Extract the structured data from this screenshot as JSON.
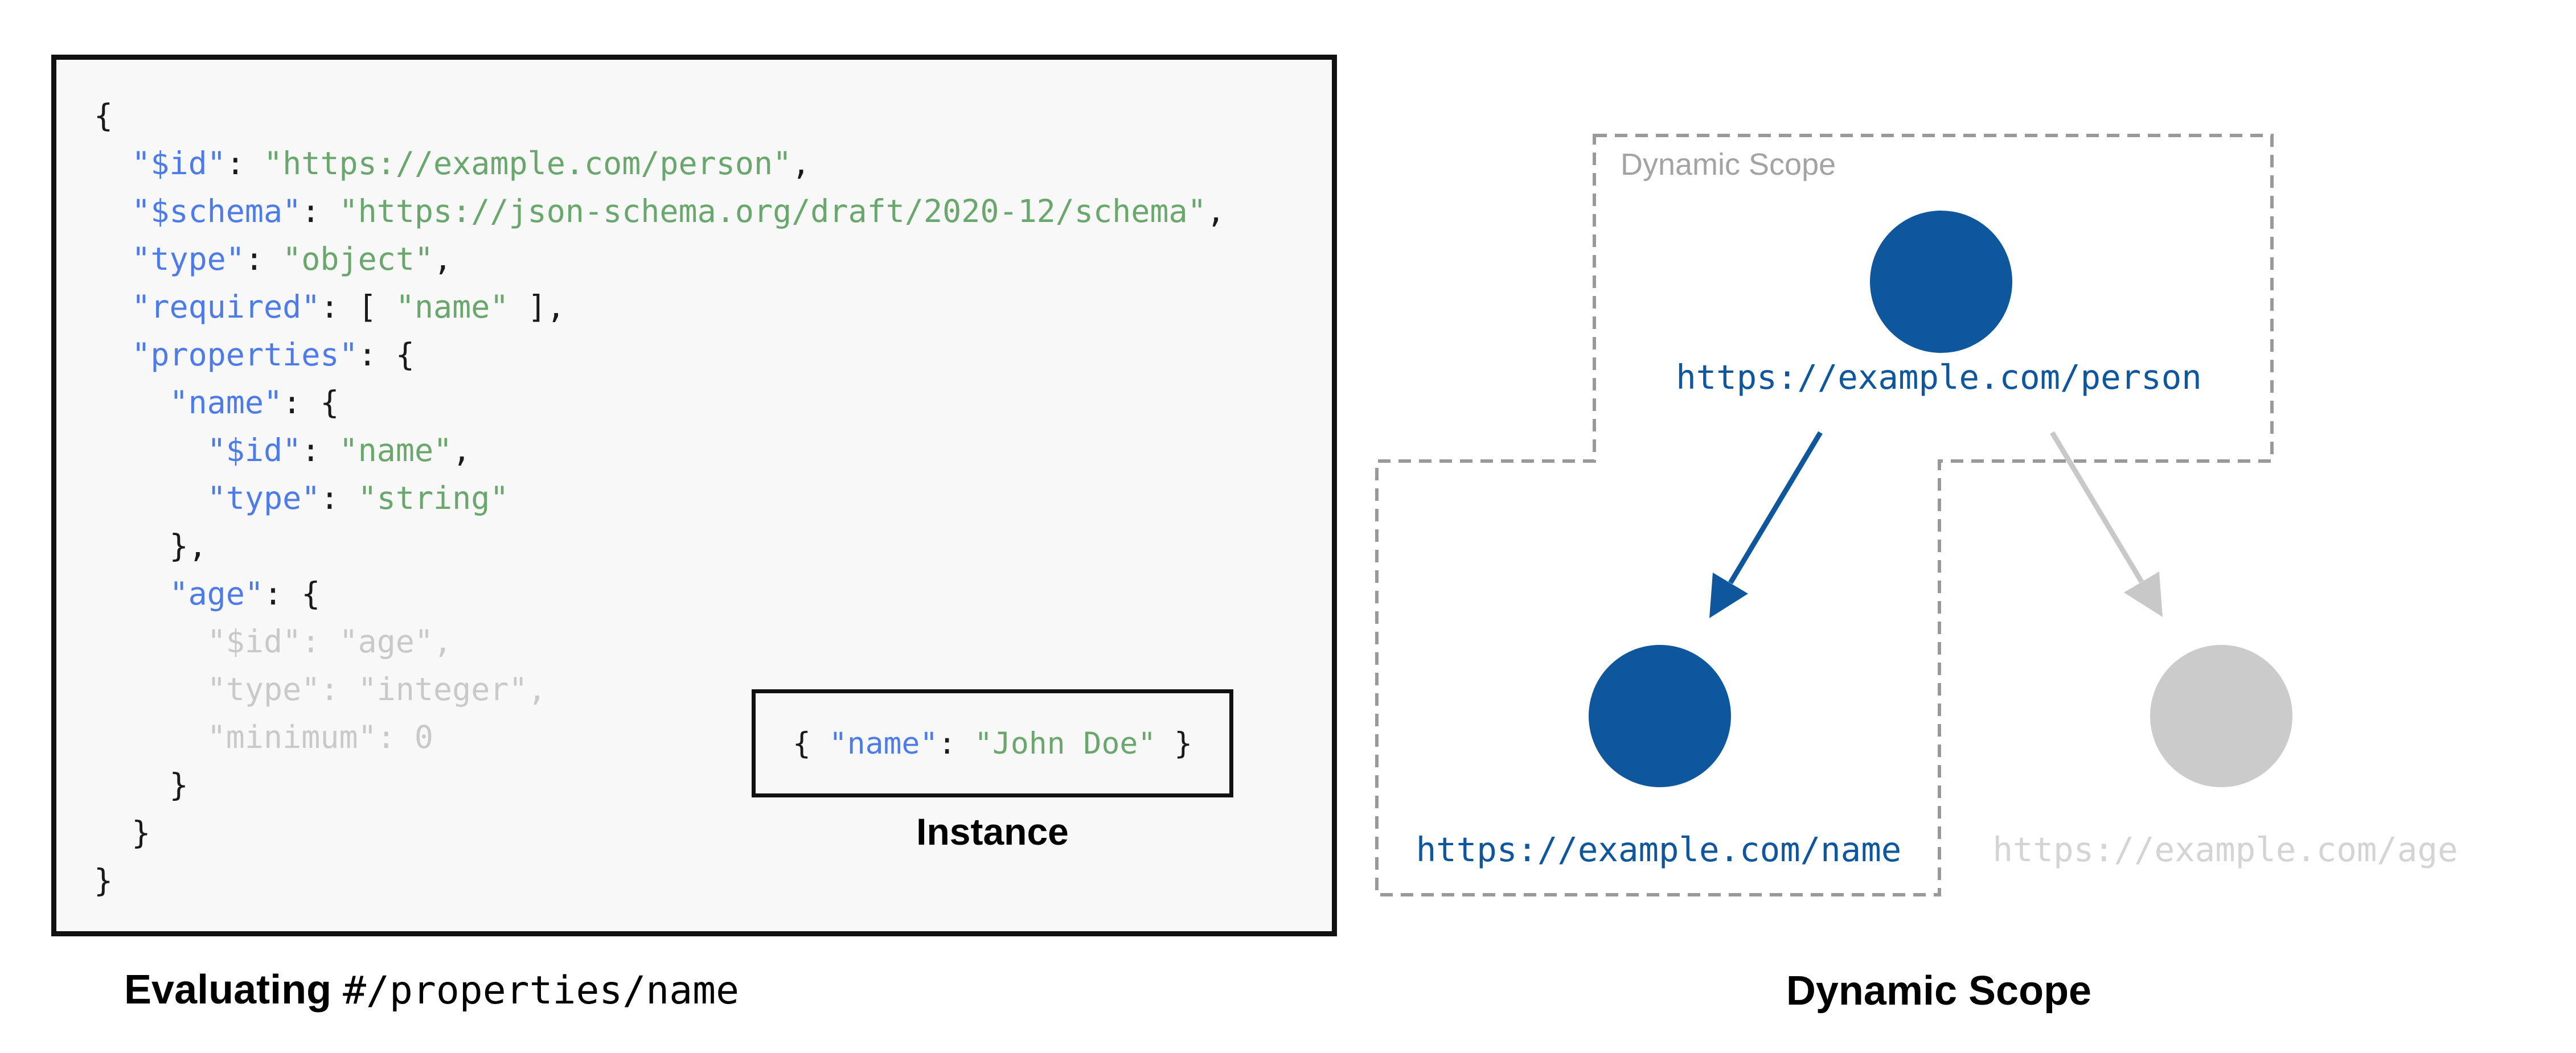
{
  "colors": {
    "key": "#4D7CE8",
    "string": "#69A76C",
    "plain": "#1A1A1A",
    "dim": "#C9C9C9",
    "panel_bg": "#F8F8F8",
    "panel_border": "#111111"
  },
  "schema_panel": {
    "code_lines": [
      [
        [
          "p",
          "{"
        ]
      ],
      [
        [
          "p",
          "  "
        ],
        [
          "k",
          "\"$id\""
        ],
        [
          "p",
          ": "
        ],
        [
          "s",
          "\"https://example.com/person\""
        ],
        [
          "p",
          ","
        ]
      ],
      [
        [
          "p",
          "  "
        ],
        [
          "k",
          "\"$schema\""
        ],
        [
          "p",
          ": "
        ],
        [
          "s",
          "\"https://json-schema.org/draft/2020-12/schema\""
        ],
        [
          "p",
          ","
        ]
      ],
      [
        [
          "p",
          "  "
        ],
        [
          "k",
          "\"type\""
        ],
        [
          "p",
          ": "
        ],
        [
          "s",
          "\"object\""
        ],
        [
          "p",
          ","
        ]
      ],
      [
        [
          "p",
          "  "
        ],
        [
          "k",
          "\"required\""
        ],
        [
          "p",
          ": [ "
        ],
        [
          "s",
          "\"name\""
        ],
        [
          "p",
          " ],"
        ]
      ],
      [
        [
          "p",
          "  "
        ],
        [
          "k",
          "\"properties\""
        ],
        [
          "p",
          ": {"
        ]
      ],
      [
        [
          "p",
          "    "
        ],
        [
          "k",
          "\"name\""
        ],
        [
          "p",
          ": {"
        ]
      ],
      [
        [
          "p",
          "      "
        ],
        [
          "k",
          "\"$id\""
        ],
        [
          "p",
          ": "
        ],
        [
          "s",
          "\"name\""
        ],
        [
          "p",
          ","
        ]
      ],
      [
        [
          "p",
          "      "
        ],
        [
          "k",
          "\"type\""
        ],
        [
          "p",
          ": "
        ],
        [
          "s",
          "\"string\""
        ]
      ],
      [
        [
          "p",
          "    },"
        ]
      ],
      [
        [
          "p",
          "    "
        ],
        [
          "k",
          "\"age\""
        ],
        [
          "p",
          ": {"
        ]
      ],
      [
        [
          "d",
          "      \"$id\": \"age\","
        ]
      ],
      [
        [
          "d",
          "      \"type\": \"integer\","
        ]
      ],
      [
        [
          "d",
          "      \"minimum\": 0"
        ]
      ],
      [
        [
          "p",
          "    }"
        ]
      ],
      [
        [
          "p",
          "  }"
        ]
      ],
      [
        [
          "p",
          "}"
        ]
      ]
    ],
    "instance_box": {
      "tokens": [
        [
          [
            "p",
            "{ "
          ],
          [
            "k",
            "\"name\""
          ],
          [
            "p",
            ": "
          ],
          [
            "s",
            "\"John Doe\""
          ],
          [
            "p",
            " }"
          ]
        ]
      ],
      "label": "Instance"
    },
    "caption_bold": "Evaluating ",
    "caption_mono": "#/properties/name"
  },
  "diagram": {
    "scope_label": "Dynamic Scope",
    "caption": "Dynamic Scope",
    "colors": {
      "active": "#0F579D",
      "inactive": "#CBCBCB",
      "inactive_label": "#D4D4D4",
      "arrow_inactive": "#C8C8C8",
      "boundary": "#999999",
      "scope_label_color": "#A3A3A3"
    },
    "nodes": [
      {
        "id": "person",
        "label": "https://example.com/person",
        "state": "active"
      },
      {
        "id": "name",
        "label": "https://example.com/name",
        "state": "active"
      },
      {
        "id": "age",
        "label": "https://example.com/age",
        "state": "inactive"
      }
    ]
  }
}
